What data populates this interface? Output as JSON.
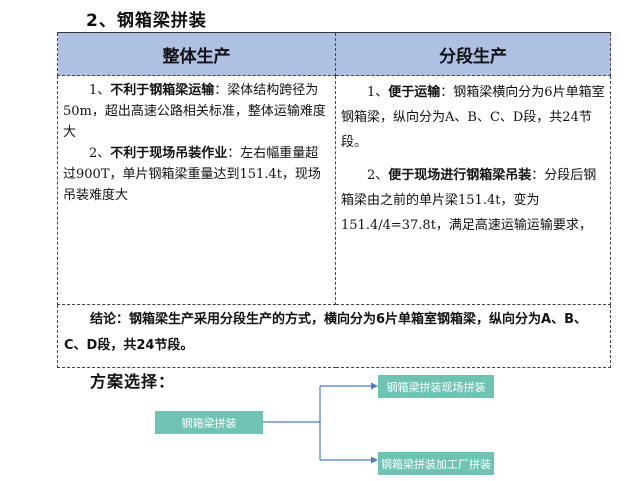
{
  "section": {
    "title": "2、钢箱梁拼装"
  },
  "table": {
    "headers": [
      "整体生产",
      "分段生产"
    ],
    "left": {
      "p1_prefix": "1、",
      "p1_bold": "不利于钢箱梁运输",
      "p1_rest": "：梁体结构跨径为50m，超出高速公路相关标准，整体运输难度大",
      "p2_prefix": "2、",
      "p2_bold": "不利于现场吊装作业",
      "p2_rest": "：左右幅重量超过900T，单片钢箱梁重量达到151.4t，现场吊装难度大"
    },
    "right": {
      "p1_prefix": "1、",
      "p1_bold": "便于运输",
      "p1_rest": "：钢箱梁横向分为6片单箱室钢箱梁，纵向分为A、B、C、D段，共24节段。",
      "p2_prefix": "2、",
      "p2_bold": "便于现场进行钢箱梁吊装",
      "p2_rest": "：分段后钢箱梁由之前的单片梁151.4t，变为151.4/4=37.8t，满足高速运输运输要求，"
    },
    "conclusion": "结论：钢箱梁生产采用分段生产的方式，横向分为6片单箱室钢箱梁，纵向分为A、B、C、D段，共24节段。"
  },
  "scheme": {
    "title": "方案选择：",
    "root": "钢箱梁拼装",
    "option_a": "钢箱梁拼装现场拼装",
    "option_b": "钢箱梁拼装加工厂拼装",
    "box_color": "#6fc3b3",
    "line_color": "#4a7fc1"
  }
}
